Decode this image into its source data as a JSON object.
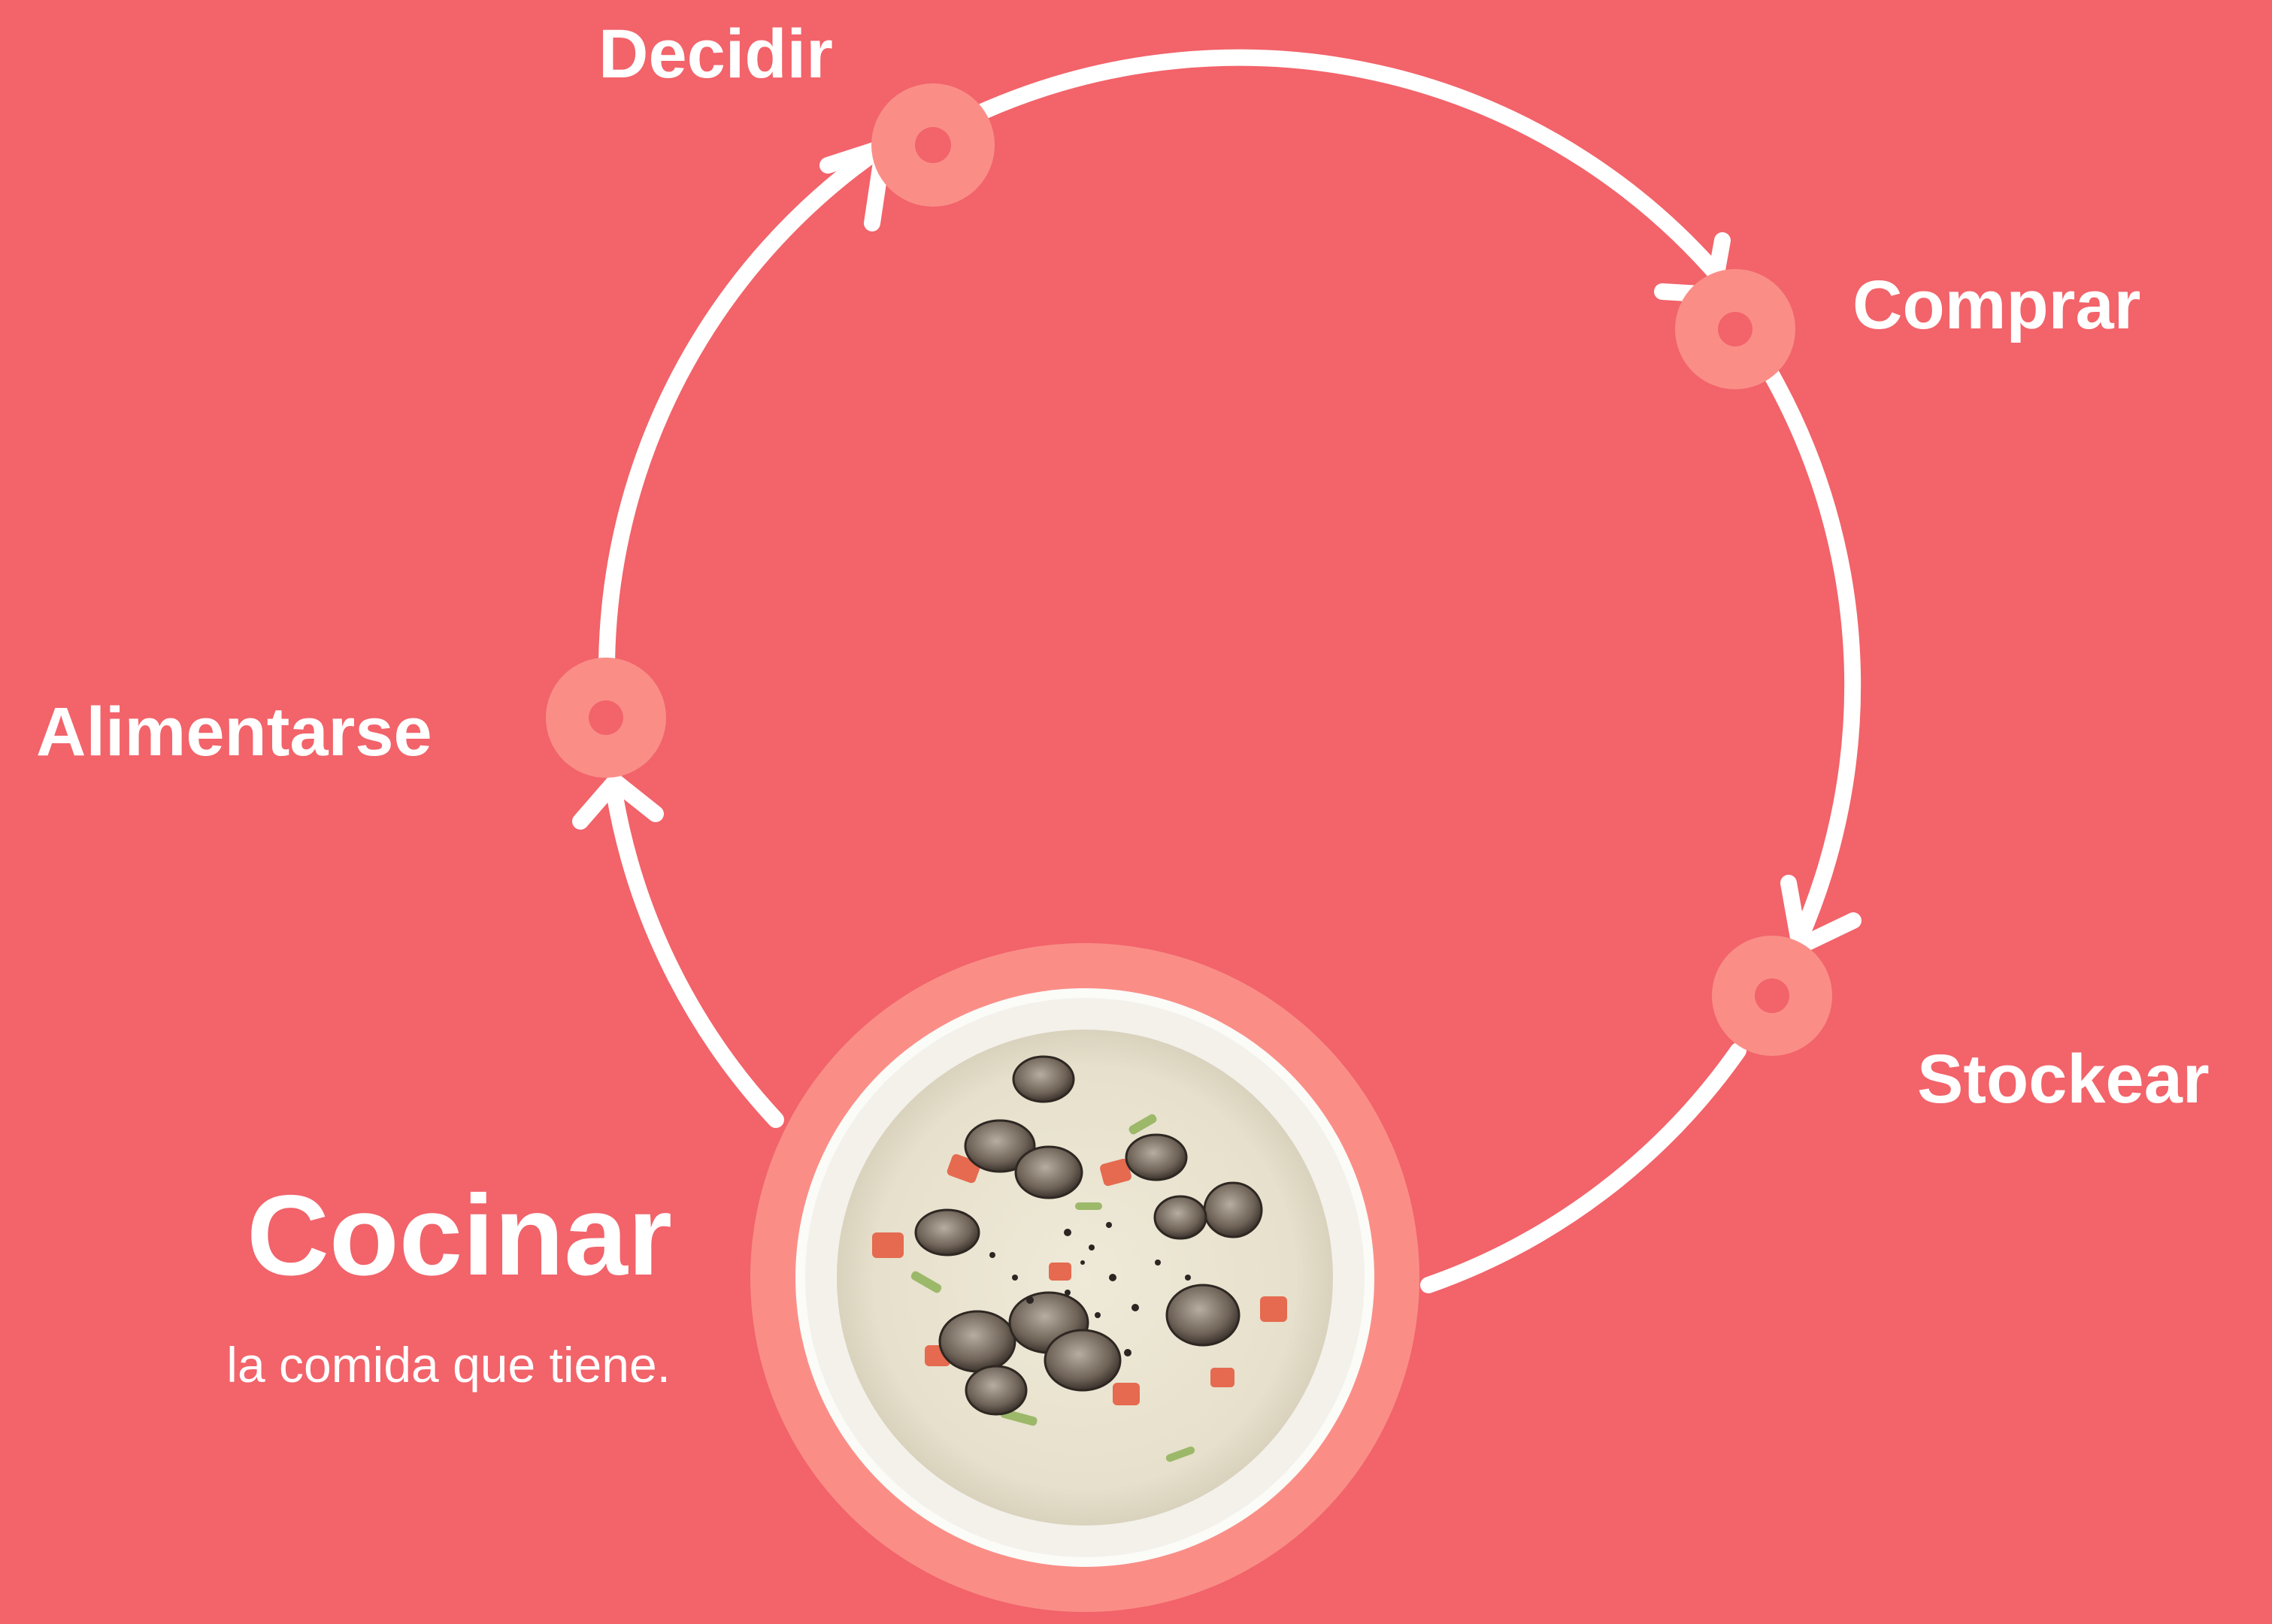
{
  "diagram": {
    "steps": [
      {
        "id": "decidir",
        "label": "Decidir"
      },
      {
        "id": "comprar",
        "label": "Comprar"
      },
      {
        "id": "stockear",
        "label": "Stockear"
      },
      {
        "id": "cocinar",
        "label": "Cocinar",
        "subtitle": "la comida que tiene."
      },
      {
        "id": "alimentarse",
        "label": "Alimentarse"
      }
    ],
    "active_step": "cocinar",
    "image_subject": "bowl of clam chowder"
  },
  "colors": {
    "background": "#f2636a",
    "ring": "#ffffff",
    "node_halo": "#fa8e87",
    "node_center": "#f2636a",
    "bowl_plate": "#ffffff",
    "soup": "#eeeadc"
  }
}
